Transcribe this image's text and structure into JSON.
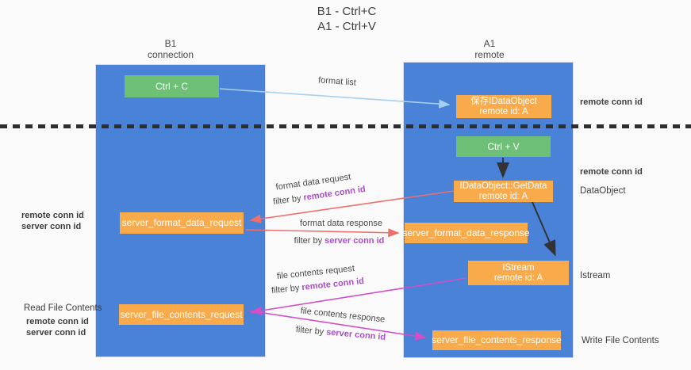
{
  "title": {
    "line1": "B1 - Ctrl+C",
    "line2": "A1 - Ctrl+V"
  },
  "lanes": {
    "left": {
      "title": "B1",
      "subtitle": "connection"
    },
    "right": {
      "title": "A1",
      "subtitle": "remote"
    }
  },
  "nodes": {
    "ctrl_c": {
      "label": "Ctrl + C"
    },
    "ctrl_v": {
      "label": "Ctrl + V"
    },
    "save_dataobject": {
      "line1": "保存IDataObject",
      "line2": "remote id: A"
    },
    "getdata": {
      "line1": "IDataObject::GetData",
      "line2": "remote id: A"
    },
    "istream": {
      "line1": "IStream",
      "line2": "remote id: A"
    },
    "server_format_data_request": {
      "label": "server_format_data_request"
    },
    "server_format_data_response": {
      "label": "server_format_data_response"
    },
    "server_file_contents_request": {
      "label": "server_file_contents_request"
    },
    "server_file_contents_response": {
      "label": "server_file_contents_response"
    }
  },
  "arrow_labels": {
    "format_list": "format list",
    "format_data_request": "format data request",
    "format_data_response": "format data response",
    "file_contents_request": "file contents request",
    "file_contents_response": "file contents response",
    "filter_by": "filter by ",
    "remote_conn_id": "remote conn id",
    "server_conn_id": "server conn id"
  },
  "side_labels": {
    "right_top_remote_conn_id": "remote conn id",
    "right_mid_remote_conn_id": "remote conn id",
    "dataobject": "DataObject",
    "istream": "Istream",
    "write_file_contents": "Write File Contents",
    "read_file_contents": "Read File Contents",
    "left_mid_remote_conn_id": "remote conn id",
    "left_mid_server_conn_id": "server conn id",
    "left_bottom_remote_conn_id": "remote conn id",
    "left_bottom_server_conn_id": "server conn id"
  },
  "colors": {
    "lane_blue": "#4a82d8",
    "box_green": "#6fc077",
    "box_orange": "#f9ab4b",
    "arrow_light_blue": "#a8cfee",
    "arrow_red": "#ef6e6e",
    "arrow_magenta": "#d24fc6",
    "arrow_black": "#333333",
    "text_purple": "#ab4fc8",
    "text_green": "#58b961"
  }
}
